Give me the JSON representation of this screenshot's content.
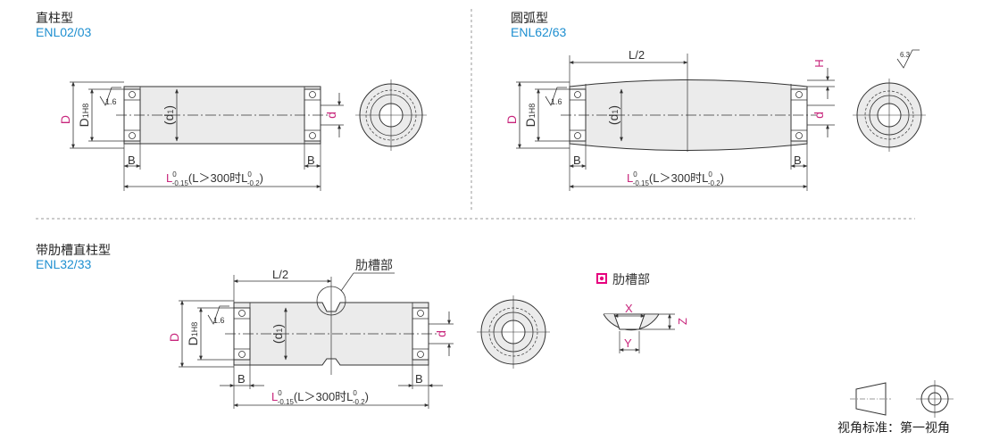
{
  "sections": {
    "straight": {
      "title": "直柱型",
      "code": "ENL02/03"
    },
    "arc": {
      "title": "圆弧型",
      "code": "ENL62/63"
    },
    "grooved": {
      "title": "带肋槽直柱型",
      "code": "ENL32/33"
    }
  },
  "labels": {
    "D": "D",
    "D1": "D",
    "D1_sub": "1H8",
    "d1": "(d",
    "d1_sub": "1",
    "d1_close": ")",
    "d": "d",
    "B": "B",
    "H": "H",
    "roughness": "1.6",
    "roughness_top": "6.3",
    "half_length": "L/2",
    "groove_callout": "肋槽部",
    "X": "X",
    "Y": "Y",
    "Z": "Z"
  },
  "tolerance": {
    "L": "L",
    "sup": "0",
    "sub": "-0.15",
    "rest": "(L＞300时L",
    "sup2": "0",
    "sub2": "-0.2",
    "close": ")"
  },
  "legend": {
    "groove_section": "肋槽部"
  },
  "projection": {
    "text": "视角标准：第一视角"
  },
  "colors": {
    "magenta": "#c8267c",
    "blue": "#1e8fd0",
    "line": "#333333",
    "fill": "#ebebeb",
    "pink": "#e6007e"
  }
}
